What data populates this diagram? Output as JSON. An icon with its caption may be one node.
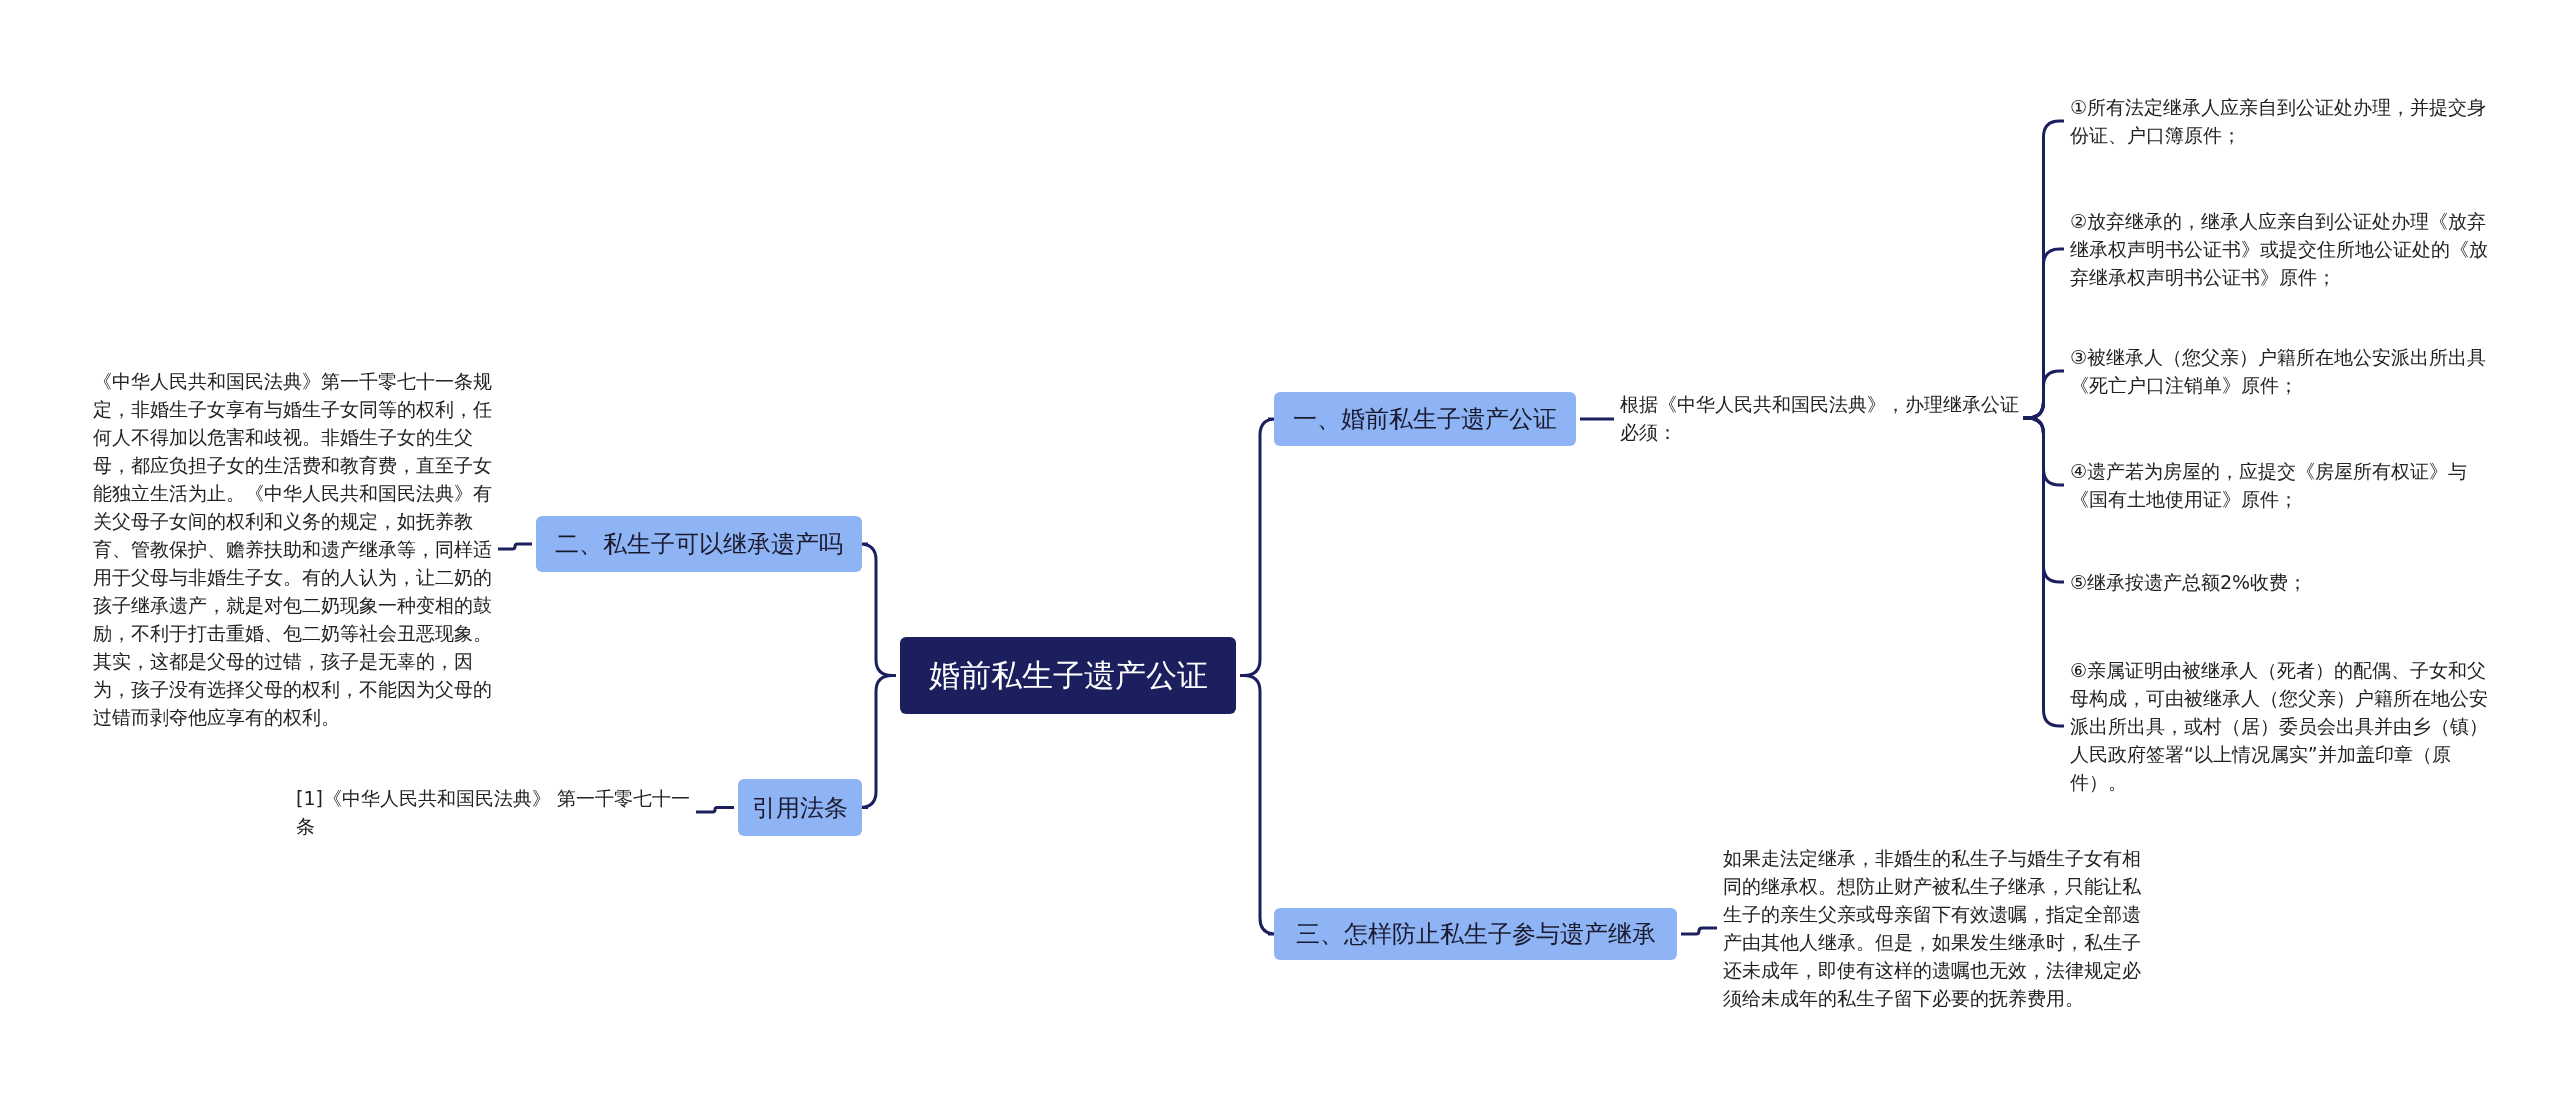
{
  "diagram": {
    "nodes": [
      {
        "text": [
          "婚前私生子遗产公证"
        ]
      },
      {
        "text": [
          "一、婚前私生子遗产公证"
        ]
      },
      {
        "text": [
          "根据《中华人民共和国民法典》，办理继承公证必须："
        ]
      },
      {
        "text": [
          "①所有法定继承人应亲自到公证处办理，并提交身份证、户口簿原件；"
        ]
      },
      {
        "text": [
          "②放弃继承的，继承人应亲自到公证处办理《放弃继承权声明书公证书》或提交住所地公证处的《放弃继承权声明书公证书》原件；"
        ]
      },
      {
        "text": [
          "③被继承人（您父亲）户籍所在地公安派出所出具《死亡户口注销单》原件；"
        ]
      },
      {
        "text": [
          "④遗产若为房屋的，应提交《房屋所有权证》与《国有土地使用证》原件；"
        ]
      },
      {
        "text": [
          "⑤继承按遗产总额2%收费；"
        ]
      },
      {
        "text": [
          "⑥亲属证明由被继承人（死者）的配偶、子女和父母构成，可由被继承人（您父亲）户籍所在地公安派出所出具，或村（居）委员会出具并由乡（镇）人民政府签署“以上情况属实”并加盖印章（原件）。"
        ]
      },
      {
        "text": [
          "三、怎样防止私生子参与遗产继承"
        ]
      },
      {
        "text": [
          "如果走法定继承，非婚生的私生子与婚生子女有相同的继承权。想防止财产被私生子继承，只能让私生子的亲生父亲或母亲留下有效遗嘱，指定全部遗产由其他人继承。但是，如果发生继承时，私生子还未成年，即使有这样的遗嘱也无效，法律规定必须给未成年的私生子留下必要的抚养费用。"
        ]
      },
      {
        "text": [
          "二、私生子可以继承遗产吗"
        ]
      },
      {
        "text": [
          "《中华人民共和国民法典》第一千零七十一条规定，非婚生子女享有与婚生子女同等的权利，任何人不得加以危害和歧视。非婚生子女的生父母，都应负担子女的生活费和教育费，直至子女能独立生活为止。《中华人民共和国民法典》有关父母子女间的权利和义务的规定，如抚养教育、管教保护、赡养扶助和遗产继承等，同样适用于父母与非婚生子女。有的人认为，让二奶的孩子继承遗产，就是对包二奶现象一种变相的鼓励，不利于打击重婚、包二奶等社会丑恶现象。其实，这都是父母的过错，孩子是无辜的，因为，孩子没有选择父母的权利，不能因为父母的过错而剥夺他应享有的权利。"
        ]
      },
      {
        "text": [
          "引用法条"
        ]
      },
      {
        "text": [
          "[1]《中华人民共和国民法典》 第一千零七十一条"
        ]
      }
    ],
    "edges": [
      {
        "from": 0,
        "to": 1,
        "arrow": "none"
      },
      {
        "from": 1,
        "to": 2,
        "arrow": "none"
      },
      {
        "from": 2,
        "to": 3,
        "arrow": "none"
      },
      {
        "from": 2,
        "to": 4,
        "arrow": "none"
      },
      {
        "from": 2,
        "to": 5,
        "arrow": "none"
      },
      {
        "from": 2,
        "to": 6,
        "arrow": "none"
      },
      {
        "from": 2,
        "to": 7,
        "arrow": "none"
      },
      {
        "from": 2,
        "to": 8,
        "arrow": "none"
      },
      {
        "from": 0,
        "to": 9,
        "arrow": "none"
      },
      {
        "from": 9,
        "to": 10,
        "arrow": "none"
      },
      {
        "from": 0,
        "to": 11,
        "arrow": "none"
      },
      {
        "from": 11,
        "to": 12,
        "arrow": "none"
      },
      {
        "from": 0,
        "to": 13,
        "arrow": "none"
      },
      {
        "from": 13,
        "to": 14,
        "arrow": "none"
      }
    ]
  }
}
